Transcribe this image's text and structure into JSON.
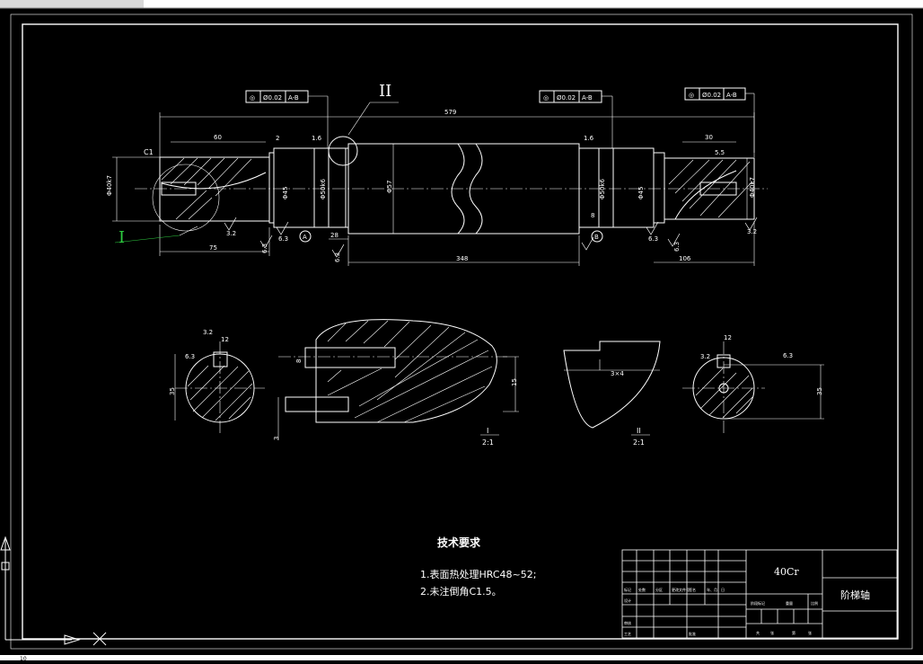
{
  "drawing": {
    "overall_length": "579",
    "dims_top": [
      "60",
      "2",
      "1.6",
      "1.6",
      "30",
      "5.5"
    ],
    "dims_bottom": [
      "75",
      "28",
      "348",
      "106"
    ],
    "dims_vertical": [
      "Φ40k7",
      "Φ45",
      "Φ50k6",
      "Φ57",
      "Φ50k6",
      "Φ45",
      "Φ40k7"
    ],
    "misc_dims": [
      "C1",
      "8",
      "3.2",
      "6.3",
      "6.3",
      "6.3",
      "6.3",
      "6.3",
      "3.2"
    ],
    "datums": [
      "A",
      "B"
    ],
    "tolerance_frames": [
      {
        "symbol": "◎",
        "value": "Ø0.02",
        "ref": "A-B"
      },
      {
        "symbol": "◎",
        "value": "Ø0.02",
        "ref": "A-B"
      },
      {
        "symbol": "◎",
        "value": "Ø0.02",
        "ref": "A-B"
      }
    ],
    "detail_markers": [
      "I",
      "II"
    ],
    "details": [
      {
        "label": "I",
        "scale": "2:1"
      },
      {
        "label": "II",
        "scale": "2:1"
      }
    ],
    "section_dims": [
      "3.2",
      "6.3",
      "12",
      "35",
      "3.2",
      "6.3",
      "12",
      "35",
      "8",
      "15",
      "3",
      "3×4"
    ]
  },
  "requirements": {
    "heading": "技术要求",
    "items": [
      "1.表面热处理HRC48~52;",
      "2.未注倒角C1.5。"
    ]
  },
  "title_block": {
    "material": "40Cr",
    "part_name": "阶梯轴",
    "labels": [
      "标记",
      "处数",
      "分区",
      "更改文件号",
      "签名",
      "年、月、日",
      "设计",
      "审核",
      "工艺",
      "批准",
      "阶段标记",
      "重量",
      "比例",
      "共",
      "张",
      "第",
      "张"
    ]
  },
  "statusbar": {
    "coord": "10"
  }
}
